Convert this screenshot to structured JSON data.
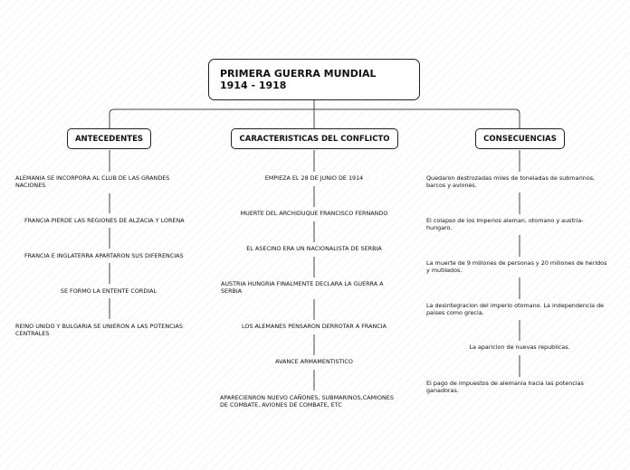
{
  "root": {
    "line1": "PRIMERA GUERRA MUNDIAL",
    "line2": "1914 - 1918"
  },
  "branches": [
    {
      "title": "ANTECEDENTES",
      "items": [
        "ALEMANIA SE INCORPORA AL CLUB DE LAS GRANDES\nNACIONES",
        "FRANCIA PIERDE LAS REGIONES DE ALZACIA Y LORENA",
        "FRANCIA E INGLATERRA APARTARON SUS DIFERENCIAS",
        "SE FORMO LA ENTENTE CORDIAL",
        "REINO UNIDO Y BULGARIA SE UNIERON A LAS POTENCIAS\nCENTRALES"
      ]
    },
    {
      "title": "CARACTERISTICAS DEL CONFLICTO",
      "items": [
        "EMPIEZA EL 28 DE JUNIO DE 1914",
        "MUERTE DEL ARCHIDUQUE FRANCISCO FERNANDO",
        "EL ASECINO ERA UN NACIONALISTA DE SERBIA",
        "AUSTRIA HUNGRIA FINALMENTE DECLARA LA GUERRA A\nSERBIA",
        "LOS ALEMANES PENSARON DERROTAR A FRANCIA",
        "AVANCE ARMAMENTISTICO",
        "APARECIENRON NUEVO CAÑONES, SUBMARINOS,CAMIONES\nDE COMBATE, AVIONES DE COMBATE, ETC"
      ]
    },
    {
      "title": "CONSECUENCIAS",
      "items": [
        "Quedaron destrozadas miles de toneladas de submarinos,\nbarcos y aviones.",
        "El colapso de los imperios aleman, otomano y austria-\nhungaro.",
        "La muerte de 9 millones de personas y 20 millones de heridos\ny mutilados.",
        "La desintegracion del imperio otomano. La independencia de\npaises como grecia.",
        "La aparicion de nuevas republicas.",
        "El pago de impuestos de alemania hacia las potencias\nganadoras."
      ]
    }
  ]
}
